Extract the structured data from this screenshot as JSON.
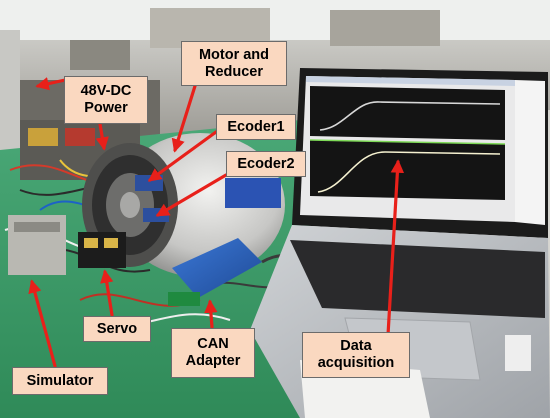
{
  "annotations": {
    "motor_reducer": "Motor and\nReducer",
    "power": "48V-DC\nPower",
    "encoder1": "Ecoder1",
    "encoder2": "Ecoder2",
    "servo": "Servo",
    "can_adapter": "CAN\nAdapter",
    "data_acquisition": "Data\nacquisition",
    "simulator": "Simulator"
  },
  "colors": {
    "callout_fill": "#fad8c0",
    "callout_border": "#6b6b6b",
    "arrow": "#e8201a",
    "bench_green": "#3f9e6a",
    "laptop_silver": "#b9bcc0",
    "screen_plot_background": "#141414",
    "adapter_blue": "#2a5fb8"
  },
  "icons": [
    "motor-reducer",
    "encoder-ring",
    "servo-board",
    "can-adapter",
    "laptop",
    "simulator-box"
  ]
}
